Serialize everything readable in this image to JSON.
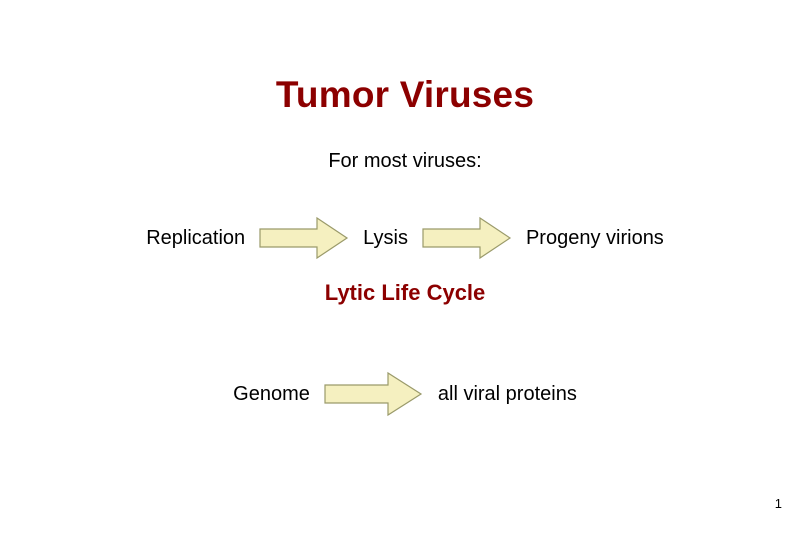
{
  "slide": {
    "title": "Tumor Viruses",
    "subtitle": "For most viruses:",
    "cycle_label": "Lytic Life Cycle",
    "page_number": "1",
    "row1": {
      "label_1": "Replication",
      "label_2": "Lysis",
      "label_3": "Progeny virions",
      "arrow_1_name": "block-arrow-right",
      "arrow_2_name": "block-arrow-right"
    },
    "row2": {
      "label_1": "Genome",
      "label_2": "all viral proteins",
      "arrow_1_name": "block-arrow-right"
    },
    "colors": {
      "title_red": "#8c0000",
      "arrow_fill": "#f5f0c0",
      "arrow_stroke": "#9a9a6a",
      "text_black": "#000000",
      "background": "#ffffff"
    }
  }
}
